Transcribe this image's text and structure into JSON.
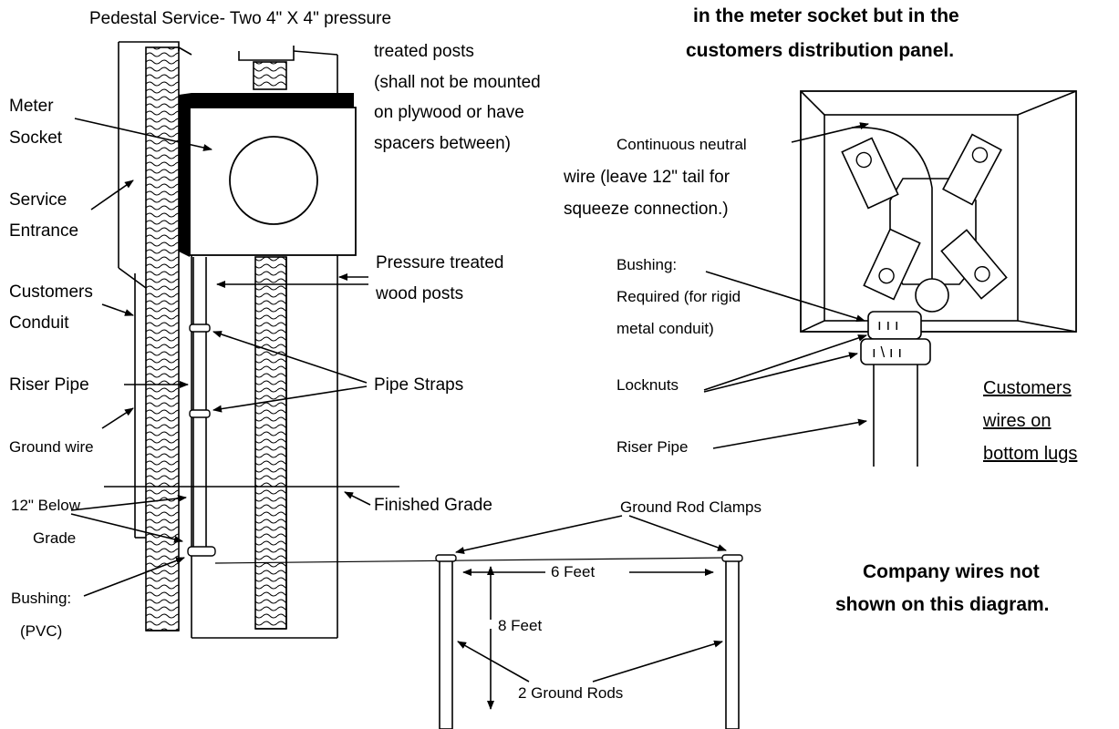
{
  "header_note": {
    "line1": "in the meter socket but in the",
    "line2": "customers distribution panel."
  },
  "pedestal_title": {
    "line1": "Pedestal Service- Two 4\" X 4\" pressure",
    "line2": "treated posts",
    "line3": "(shall not be mounted",
    "line4": "on plywood or have",
    "line5": "spacers between)"
  },
  "labels": {
    "meter_socket": [
      "Meter",
      "Socket"
    ],
    "service_entrance": [
      "Service",
      "Entrance"
    ],
    "customers_conduit": [
      "Customers",
      "Conduit"
    ],
    "riser_pipe": "Riser Pipe",
    "ground_wire": "Ground wire",
    "below_grade": [
      "12\" Below",
      "Grade"
    ],
    "bushing_pvc": [
      "Bushing:",
      "(PVC)"
    ],
    "pressure_treated": [
      "Pressure treated",
      "wood posts"
    ],
    "pipe_straps": "Pipe Straps",
    "finished_grade": "Finished Grade",
    "ground_rod_clamps": "Ground Rod Clamps",
    "six_feet": "6 Feet",
    "eight_feet": "8 Feet",
    "two_ground_rods": "2 Ground Rods",
    "continuous_neutral": [
      "Continuous neutral",
      "wire (leave 12\" tail for",
      "squeeze connection.)"
    ],
    "bushing_required": [
      "Bushing:",
      "Required (for rigid",
      "metal conduit)"
    ],
    "locknuts": "Locknuts",
    "riser_pipe_right": "Riser Pipe",
    "customers_wires": [
      "Customers",
      "wires on",
      "bottom lugs"
    ]
  },
  "footer_note": {
    "line1": "Company wires not",
    "line2": "shown on this diagram."
  }
}
